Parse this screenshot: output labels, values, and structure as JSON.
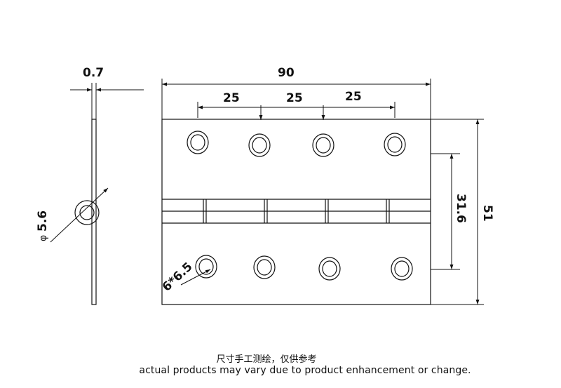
{
  "dimensions": {
    "thickness": "0.7",
    "width": "90",
    "spacing_1": "25",
    "spacing_2": "25",
    "spacing_3": "25",
    "pin_diameter_prefix": "φ",
    "pin_diameter_value": "5.6",
    "hole_spacing": "31.6",
    "height": "51",
    "holes": "6*6.5"
  },
  "notes": {
    "chinese": "尺寸手工测绘，仅供参考",
    "english": "actual products may vary due to product enhancement or change."
  },
  "colors": {
    "line": "#111111",
    "background": "#ffffff"
  }
}
